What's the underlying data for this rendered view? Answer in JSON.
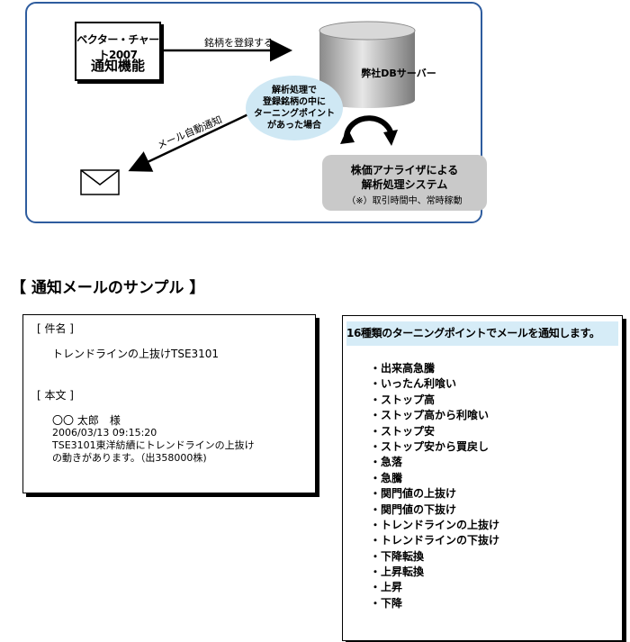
{
  "diagram": {
    "app_box": {
      "line1": "ベクター・チャート2007",
      "line2": "通知機能"
    },
    "register_label": "銘柄を登録する",
    "db_label": "弊社DBサーバー",
    "condition_lines": [
      "解析処理で",
      "登録銘柄の中に",
      "ターニングポイント",
      "があった場合"
    ],
    "mail_label": "メール自動通知",
    "analyzer": {
      "line1": "株価アナライザによる",
      "line2": "解析処理システム",
      "note": "（※）取引時間中、常時稼動"
    }
  },
  "section_title": "【 通知メールのサンプル 】",
  "mail_sample": {
    "subject_heading": "[ 件名 ]",
    "subject_value": "トレンドラインの上抜けTSE3101",
    "body_heading": "[ 本文 ]",
    "body_lines": [
      "〇〇 太郎　様",
      "2006/03/13 09:15:20",
      "TSE3101東洋紡績にトレンドラインの上抜け",
      "の動きがあります。（出358000株)"
    ]
  },
  "turning_points": {
    "header": "16種類のターニングポイントでメールを通知します。",
    "items": [
      "・出来高急騰",
      "・いったん利喰い",
      "・ストップ高",
      "・ストップ高から利喰い",
      "・ストップ安",
      "・ストップ安から買戻し",
      "・急落",
      "・急騰",
      "・関門値の上抜け",
      "・関門値の下抜け",
      "・トレンドラインの上抜け",
      "・トレンドラインの下抜け",
      "・下降転換",
      "・上昇転換",
      "・上昇",
      "・下降"
    ]
  },
  "colors": {
    "frame": "#2e5c9e",
    "bubble": "#cfe8f4",
    "analyzer_box": "#c9c9c9",
    "list_header": "#d6ecf7"
  },
  "icons": [
    "envelope-icon",
    "database-cylinder-icon",
    "cycle-arrows-icon",
    "right-arrow-icon",
    "down-left-arrow-icon"
  ]
}
